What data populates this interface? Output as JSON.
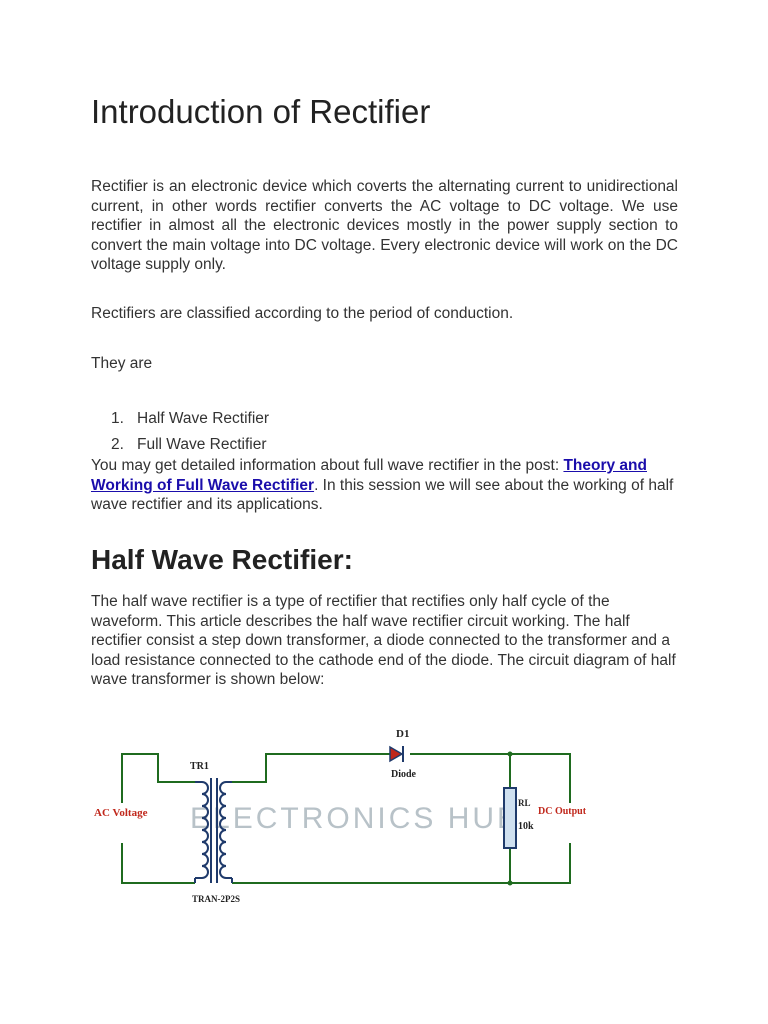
{
  "article": {
    "title": "Introduction of Rectifier",
    "intro": "Rectifier is an electronic device which coverts the alternating current to unidirectional current, in other words rectifier converts the AC voltage to DC voltage. We use rectifier in almost all the electronic devices mostly in the power supply section to convert the main voltage into DC voltage. Every electronic device will work on the DC voltage supply only.",
    "classification": "Rectifiers are classified according to the period of conduction.",
    "they_are": "They are",
    "types": [
      {
        "num": "1.",
        "label": "Half Wave Rectifier"
      },
      {
        "num": "2.",
        "label": "Full Wave Rectifier"
      }
    ],
    "info_before": "You may get detailed information about full wave rectifier in the post: ",
    "info_link": "Theory and Working of Full Wave Rectifier",
    "info_after": ". In this session we will see about the working of half wave rectifier and its applications."
  },
  "section": {
    "heading": "Half Wave Rectifier:",
    "body": "The half wave rectifier is a type of rectifier that rectifies only half cycle of the waveform. This article describes the half wave rectifier circuit working. The half rectifier consist a step down transformer, a diode connected to the transformer and a load resistance connected to the cathode end of the diode. The circuit diagram of half wave transformer is shown below:"
  },
  "diagram": {
    "diode_ref": "D1",
    "diode_label": "Diode",
    "transformer_ref": "TR1",
    "transformer_model": "TRAN-2P2S",
    "input_label": "AC Voltage",
    "output_label": "DC Output",
    "resistor_ref": "RL",
    "resistor_value": "10k",
    "watermark": "ELECTRONICS HUB",
    "colors": {
      "wire": "#1f6b1f",
      "label_red": "#c0271b",
      "component": "#1f3a6b",
      "watermark": "#b8c2c8"
    }
  }
}
